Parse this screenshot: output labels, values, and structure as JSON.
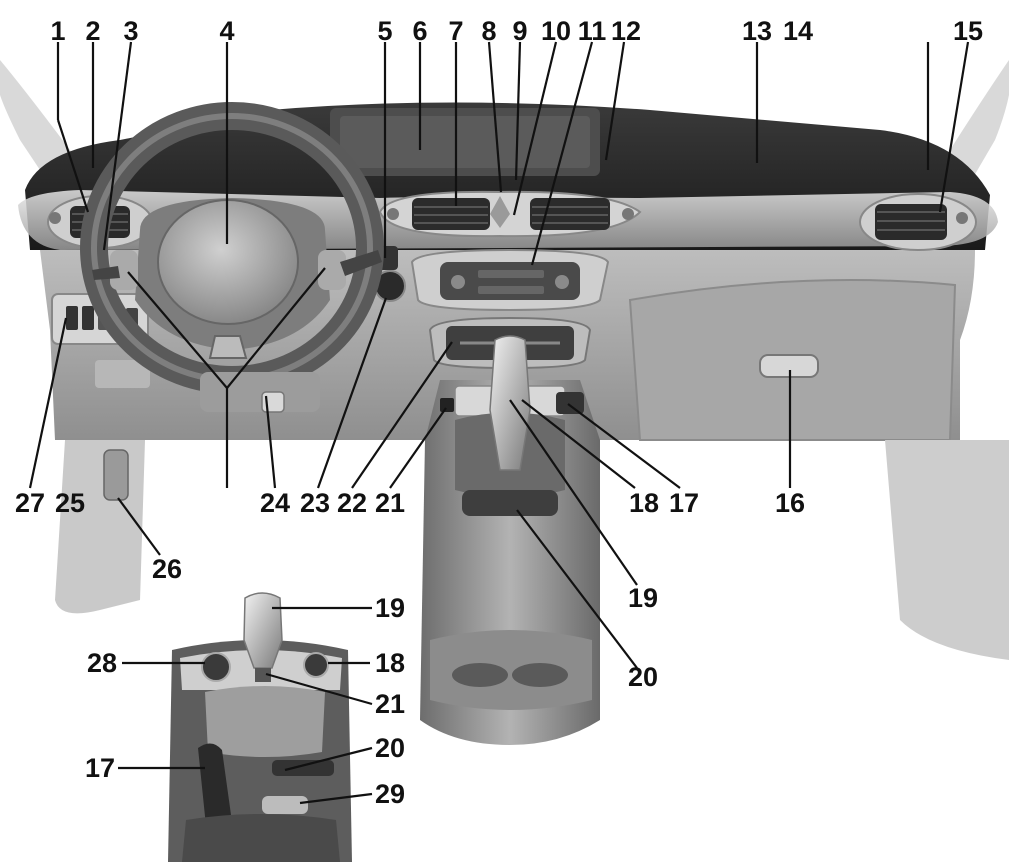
{
  "callouts": [
    {
      "id": "c1",
      "text": "1"
    },
    {
      "id": "c2",
      "text": "2"
    },
    {
      "id": "c3",
      "text": "3"
    },
    {
      "id": "c4",
      "text": "4"
    },
    {
      "id": "c5",
      "text": "5"
    },
    {
      "id": "c6",
      "text": "6"
    },
    {
      "id": "c7",
      "text": "7"
    },
    {
      "id": "c8",
      "text": "8"
    },
    {
      "id": "c9",
      "text": "9"
    },
    {
      "id": "c10",
      "text": "10"
    },
    {
      "id": "c11",
      "text": "11"
    },
    {
      "id": "c12",
      "text": "12"
    },
    {
      "id": "c13",
      "text": "13"
    },
    {
      "id": "c14",
      "text": "14"
    },
    {
      "id": "c15",
      "text": "15"
    },
    {
      "id": "c27",
      "text": "27"
    },
    {
      "id": "c25",
      "text": "25"
    },
    {
      "id": "c24",
      "text": "24"
    },
    {
      "id": "c23",
      "text": "23"
    },
    {
      "id": "c22",
      "text": "22"
    },
    {
      "id": "c21",
      "text": "21"
    },
    {
      "id": "c18",
      "text": "18"
    },
    {
      "id": "c17",
      "text": "17"
    },
    {
      "id": "c16",
      "text": "16"
    },
    {
      "id": "c26",
      "text": "26"
    },
    {
      "id": "c19",
      "text": "19"
    },
    {
      "id": "c20",
      "text": "20"
    },
    {
      "id": "d19",
      "text": "19"
    },
    {
      "id": "d28",
      "text": "28"
    },
    {
      "id": "d18",
      "text": "18"
    },
    {
      "id": "d21",
      "text": "21"
    },
    {
      "id": "d20",
      "text": "20"
    },
    {
      "id": "d17",
      "text": "17"
    },
    {
      "id": "d29",
      "text": "29"
    }
  ]
}
